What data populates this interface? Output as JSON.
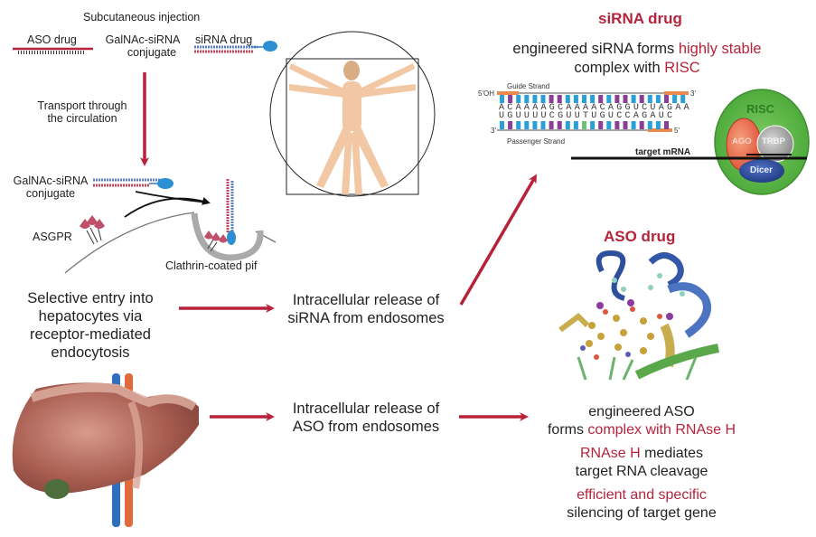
{
  "left": {
    "injection_label": "Subcutaneous injection",
    "aso_drug_label": "ASO drug",
    "galnac_label_line1": "GalNAc-siRNA",
    "galnac_label_line2": "conjugate",
    "sirna_drug_label": "siRNA drug",
    "transport_line1": "Transport through",
    "transport_line2": "the circulation",
    "galnac2_line1": "GalNAc-siRNA",
    "galnac2_line2": "conjugate",
    "asgpr_label": "ASGPR",
    "pit_label": "Clathrin-coated pif",
    "entry_lines": [
      "Selective entry into",
      "hepatocytes via",
      "receptor-mediated",
      "endocytosis"
    ]
  },
  "middle": {
    "sirna_release_line1": "Intracellular release of",
    "sirna_release_line2": "siRNA from endosomes",
    "aso_release_line1": "Intracellular release of",
    "aso_release_line2": "ASO from endosomes"
  },
  "sirna_panel": {
    "title": "siRNA drug",
    "desc_line1_plain": "engineered siRNA forms ",
    "desc_line1_highlight": "highly stable",
    "desc_line2_plain": "complex with ",
    "desc_line2_highlight": "RISC",
    "guide_strand_label": "Guide Strand",
    "passenger_strand_label": "Passenger Strand",
    "five_oh": "5'OH",
    "three_prime_top": "3'",
    "three_prime_bottom": "3'",
    "five_prime_bottom": "5'",
    "guide_sequence": "ACAAAAGCAAAACAGGUCUAGAA",
    "passenger_sequence": "UGUUUUCGUUTUGUCCAGAUC",
    "target_label": "target mRNA",
    "risc_label": "RISC",
    "ago_label": "AGO",
    "trbp_label": "TRBP",
    "dicer_label": "Dicer"
  },
  "aso_panel": {
    "title": "ASO drug",
    "line1": "engineered ASO",
    "line2_plain": "forms ",
    "line2_highlight": "complex with RNAse H",
    "line3_highlight": "RNAse H",
    "line3_plain": " mediates",
    "line4": "target RNA cleavage",
    "line5_highlight": "efficient and specific",
    "line6": "silencing of target gene"
  },
  "colors": {
    "accent_red": "#b5243a",
    "arrow_red": "#b7213a",
    "risc_green": "#5cb946",
    "dicer_blue": "#2f4fa0",
    "ago_orange": "#ea6c4e",
    "trbp_grey": "#a6a6a6",
    "liver": "#a65a4f",
    "skin": "#f1c7a4"
  }
}
